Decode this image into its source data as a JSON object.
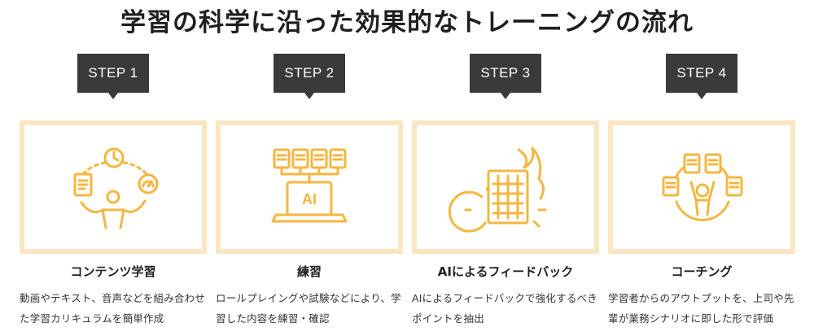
{
  "page": {
    "title": "学習の科学に沿った効果的なトレーニングの流れ"
  },
  "steps": [
    {
      "label": "STEP 1",
      "icon": "juggling-person-icon",
      "heading": "コンテンツ学習",
      "desc_lines": [
        "動画やテキスト、音声などを組み合わせ",
        "た学習カリキュラムを簡単作成"
      ]
    },
    {
      "label": "STEP 2",
      "icon": "ai-laptop-documents-icon",
      "heading": "練習",
      "desc_lines": [
        "ロールプレイングや試験などにより、学",
        "習した内容を練習・確認"
      ]
    },
    {
      "label": "STEP 3",
      "icon": "ai-chip-gear-fire-icon",
      "heading": "AIによるフィードバック",
      "desc_lines": [
        "AIによるフィードバックで強化するべき",
        "ポイントを抽出"
      ]
    },
    {
      "label": "STEP 4",
      "icon": "coaching-person-documents-icon",
      "heading": "コーチング",
      "desc_lines": [
        "学習者からのアウトプットを、上司や先",
        "輩が業務シナリオに即した形で評価"
      ]
    }
  ],
  "colors": {
    "accent": "#f5b640",
    "card_border": "#fbe6c4",
    "step_bg": "#3a3a3a"
  }
}
